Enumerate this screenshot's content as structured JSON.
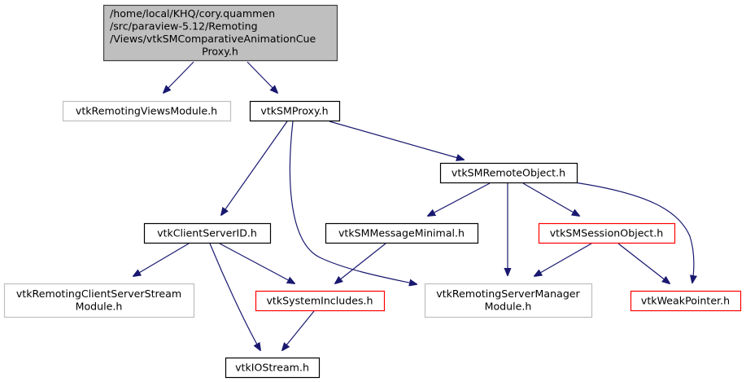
{
  "diagram": {
    "type": "include-dependency-graph",
    "nodes": [
      {
        "id": "root",
        "lines": [
          "/home/local/KHQ/cory.quammen",
          "/src/paraview-5.12/Remoting",
          "/Views/vtkSMComparativeAnimationCue",
          "Proxy.h"
        ],
        "style": "root"
      },
      {
        "id": "viewsmodule",
        "lines": [
          "vtkRemotingViewsModule.h"
        ],
        "style": "external"
      },
      {
        "id": "smproxy",
        "lines": [
          "vtkSMProxy.h"
        ],
        "style": "normal"
      },
      {
        "id": "remoteobject",
        "lines": [
          "vtkSMRemoteObject.h"
        ],
        "style": "normal"
      },
      {
        "id": "clientserverid",
        "lines": [
          "vtkClientServerID.h"
        ],
        "style": "normal"
      },
      {
        "id": "messageminimal",
        "lines": [
          "vtkSMMessageMinimal.h"
        ],
        "style": "normal"
      },
      {
        "id": "sessionobject",
        "lines": [
          "vtkSMSessionObject.h"
        ],
        "style": "truncated"
      },
      {
        "id": "csstreammodule",
        "lines": [
          "vtkRemotingClientServerStream",
          "Module.h"
        ],
        "style": "external"
      },
      {
        "id": "systemincludes",
        "lines": [
          "vtkSystemIncludes.h"
        ],
        "style": "truncated"
      },
      {
        "id": "servermanagermodule",
        "lines": [
          "vtkRemotingServerManager",
          "Module.h"
        ],
        "style": "external"
      },
      {
        "id": "weakpointer",
        "lines": [
          "vtkWeakPointer.h"
        ],
        "style": "truncated"
      },
      {
        "id": "iostream",
        "lines": [
          "vtkIOStream.h"
        ],
        "style": "normal"
      }
    ],
    "edges": [
      {
        "from": "root",
        "to": "viewsmodule"
      },
      {
        "from": "root",
        "to": "smproxy"
      },
      {
        "from": "smproxy",
        "to": "remoteobject"
      },
      {
        "from": "smproxy",
        "to": "clientserverid"
      },
      {
        "from": "smproxy",
        "to": "servermanagermodule"
      },
      {
        "from": "remoteobject",
        "to": "messageminimal"
      },
      {
        "from": "remoteobject",
        "to": "servermanagermodule"
      },
      {
        "from": "remoteobject",
        "to": "sessionobject"
      },
      {
        "from": "remoteobject",
        "to": "weakpointer"
      },
      {
        "from": "clientserverid",
        "to": "csstreammodule"
      },
      {
        "from": "clientserverid",
        "to": "systemincludes"
      },
      {
        "from": "clientserverid",
        "to": "iostream"
      },
      {
        "from": "messageminimal",
        "to": "systemincludes"
      },
      {
        "from": "sessionobject",
        "to": "servermanagermodule"
      },
      {
        "from": "sessionobject",
        "to": "weakpointer"
      },
      {
        "from": "systemincludes",
        "to": "iostream"
      }
    ],
    "colors": {
      "root_fill": "#bfbfbf",
      "root_border": "#404040",
      "normal_border": "#000000",
      "external_border": "#bfbfbf",
      "truncated_border": "#ff0000",
      "edge": "#191970"
    }
  }
}
